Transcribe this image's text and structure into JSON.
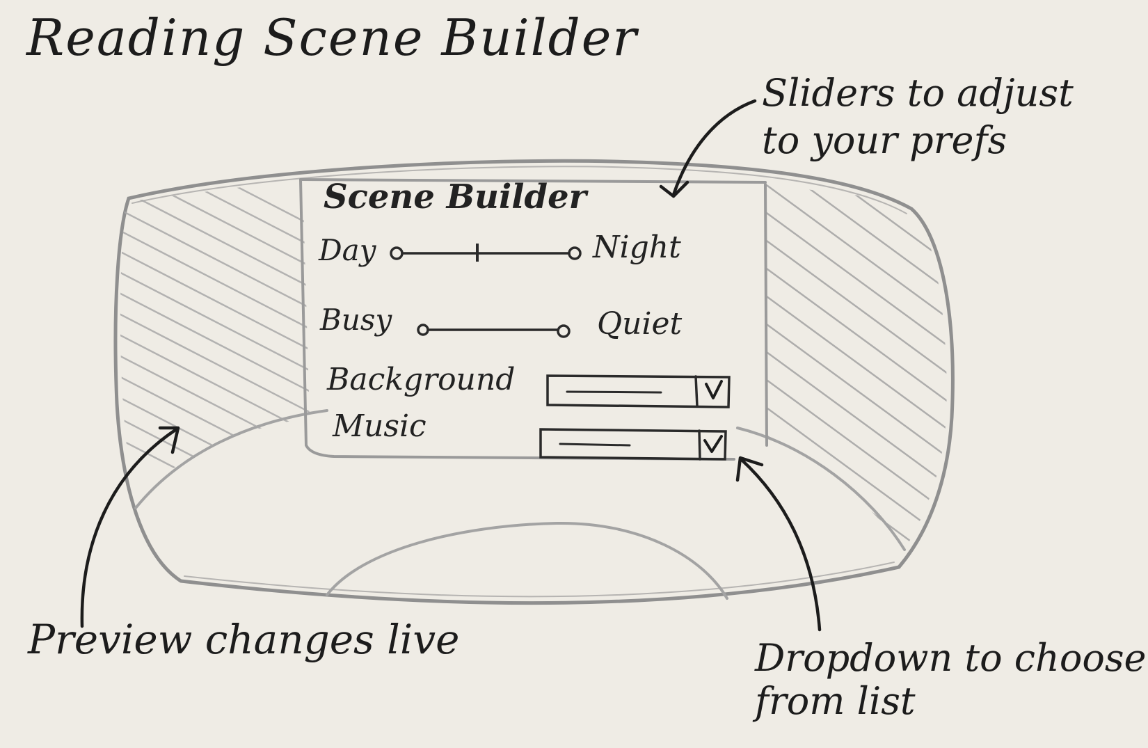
{
  "sketch": {
    "title": "Reading Scene Builder",
    "annotations": {
      "sliders": [
        "Sliders to adjust",
        "to your prefs"
      ],
      "preview": "Preview changes live",
      "dropdown": [
        "Dropdown to choose",
        "from list"
      ]
    }
  },
  "panel": {
    "title": "Scene Builder",
    "sliders": [
      {
        "left_label": "Day",
        "right_label": "Night",
        "value": 0.45
      },
      {
        "left_label": "Busy",
        "right_label": "Quiet"
      }
    ],
    "dropdowns": [
      {
        "label": "Background",
        "value": "",
        "icon": "chevron-down-icon"
      },
      {
        "label": "Music",
        "value": "",
        "icon": "chevron-down-icon"
      }
    ]
  },
  "colors": {
    "paper": "#efece5",
    "pencil": "#8a8a8a",
    "ink": "#1c1c1c"
  }
}
